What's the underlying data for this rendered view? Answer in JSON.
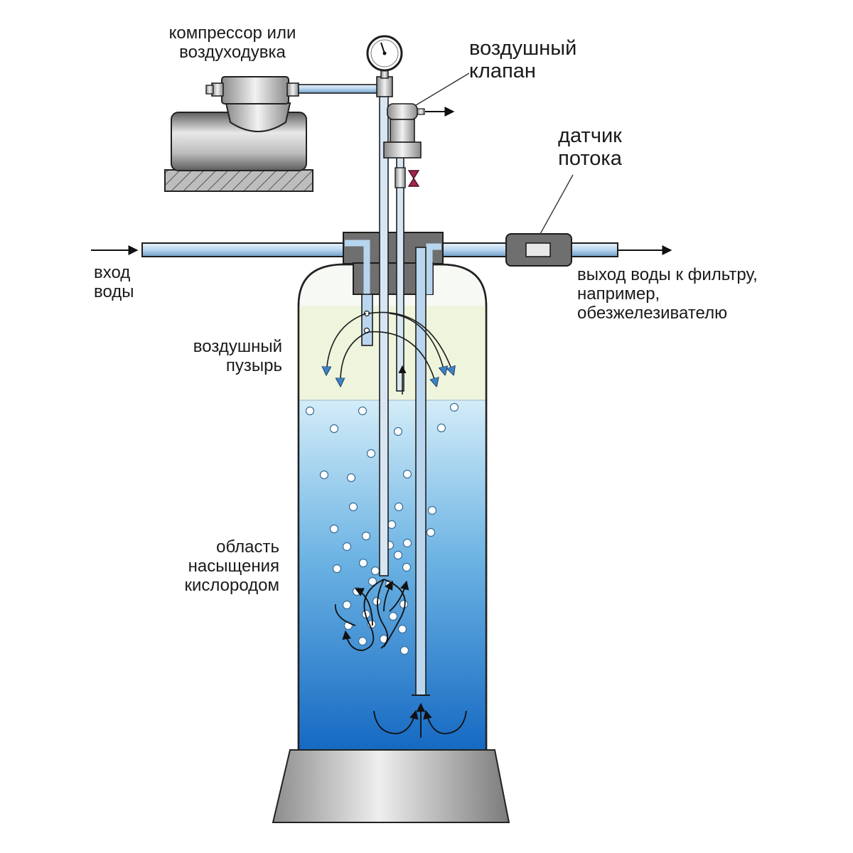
{
  "labels": {
    "compressor": [
      "компрессор или",
      "воздуходувка"
    ],
    "air_valve": [
      "воздушный",
      "клапан"
    ],
    "flow_sensor": [
      "датчик",
      "потока"
    ],
    "water_in": [
      "вход",
      "воды"
    ],
    "water_out": [
      "выход воды к фильтру,",
      "например,",
      "обезжелезивателю"
    ],
    "air_bubble": [
      "воздушный",
      "пузырь"
    ],
    "oxygen_zone": [
      "область",
      "насыщения",
      "кислородом"
    ]
  },
  "colors": {
    "water_top": "#cfe9f7",
    "water_bottom": "#1873c6",
    "air_zone": "#eef5dc",
    "pipe": "#b9d6ee",
    "fitting": "#6f6f6f",
    "arrow": "#111111",
    "air_arrow": "#3f82c4",
    "valve_handle": "#a2264a"
  },
  "icons": [
    "manometer-icon",
    "compressor-icon",
    "air-valve-icon",
    "flow-sensor-icon",
    "ball-valve-icon",
    "flow-arrow-icon"
  ]
}
